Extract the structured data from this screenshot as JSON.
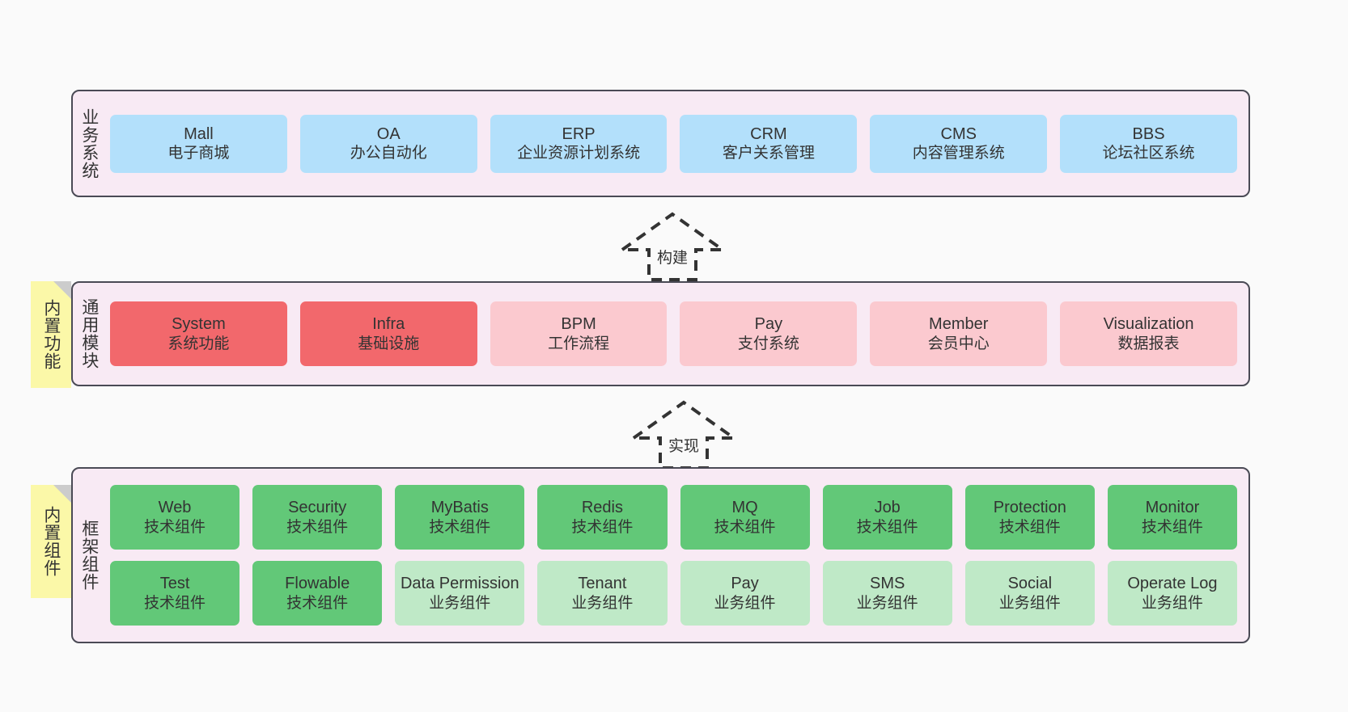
{
  "diagram": {
    "title": "",
    "background_color": "#fafafa",
    "layer_border_color": "#4a4a55",
    "layer_fill_color": "#f8eaf4",
    "sticky_color": "#fbf8a8",
    "sticky_fold_color": "#cccccc",
    "colors": {
      "business_box": "#b3e0fb",
      "common_strong": "#f2686c",
      "common_light": "#fbc9cf",
      "framework_tech": "#62c878",
      "framework_business": "#bfe9c7"
    }
  },
  "layers": [
    {
      "key": "business",
      "label": "业务系统",
      "rows": [
        {
          "cells": [
            {
              "en": "Mall",
              "cn": "电子商城",
              "style": "business_box"
            },
            {
              "en": "OA",
              "cn": "办公自动化",
              "style": "business_box"
            },
            {
              "en": "ERP",
              "cn": "企业资源计划系统",
              "style": "business_box"
            },
            {
              "en": "CRM",
              "cn": "客户关系管理",
              "style": "business_box"
            },
            {
              "en": "CMS",
              "cn": "内容管理系统",
              "style": "business_box"
            },
            {
              "en": "BBS",
              "cn": "论坛社区系统",
              "style": "business_box"
            }
          ]
        }
      ]
    },
    {
      "key": "common",
      "label": "通用模块",
      "sticky": "内置功能",
      "rows": [
        {
          "cells": [
            {
              "en": "System",
              "cn": "系统功能",
              "style": "common_strong"
            },
            {
              "en": "Infra",
              "cn": "基础设施",
              "style": "common_strong"
            },
            {
              "en": "BPM",
              "cn": "工作流程",
              "style": "common_light"
            },
            {
              "en": "Pay",
              "cn": "支付系统",
              "style": "common_light"
            },
            {
              "en": "Member",
              "cn": "会员中心",
              "style": "common_light"
            },
            {
              "en": "Visualization",
              "cn": "数据报表",
              "style": "common_light"
            }
          ]
        }
      ]
    },
    {
      "key": "framework",
      "label": "框架组件",
      "sticky": "内置组件",
      "rows": [
        {
          "cells": [
            {
              "en": "Web",
              "cn": "技术组件",
              "style": "framework_tech"
            },
            {
              "en": "Security",
              "cn": "技术组件",
              "style": "framework_tech"
            },
            {
              "en": "MyBatis",
              "cn": "技术组件",
              "style": "framework_tech"
            },
            {
              "en": "Redis",
              "cn": "技术组件",
              "style": "framework_tech"
            },
            {
              "en": "MQ",
              "cn": "技术组件",
              "style": "framework_tech"
            },
            {
              "en": "Job",
              "cn": "技术组件",
              "style": "framework_tech"
            },
            {
              "en": "Protection",
              "cn": "技术组件",
              "style": "framework_tech"
            },
            {
              "en": "Monitor",
              "cn": "技术组件",
              "style": "framework_tech"
            }
          ]
        },
        {
          "cells": [
            {
              "en": "Test",
              "cn": "技术组件",
              "style": "framework_tech"
            },
            {
              "en": "Flowable",
              "cn": "技术组件",
              "style": "framework_tech"
            },
            {
              "en": "Data Permission",
              "cn": "业务组件",
              "style": "framework_business"
            },
            {
              "en": "Tenant",
              "cn": "业务组件",
              "style": "framework_business"
            },
            {
              "en": "Pay",
              "cn": "业务组件",
              "style": "framework_business"
            },
            {
              "en": "SMS",
              "cn": "业务组件",
              "style": "framework_business"
            },
            {
              "en": "Social",
              "cn": "业务组件",
              "style": "framework_business"
            },
            {
              "en": "Operate Log",
              "cn": "业务组件",
              "style": "framework_business"
            }
          ]
        }
      ]
    }
  ],
  "arrows": [
    {
      "key": "build",
      "label": "构建",
      "direction": "up",
      "style": "dashed-open"
    },
    {
      "key": "implement",
      "label": "实现",
      "direction": "up",
      "style": "dashed-open"
    }
  ]
}
